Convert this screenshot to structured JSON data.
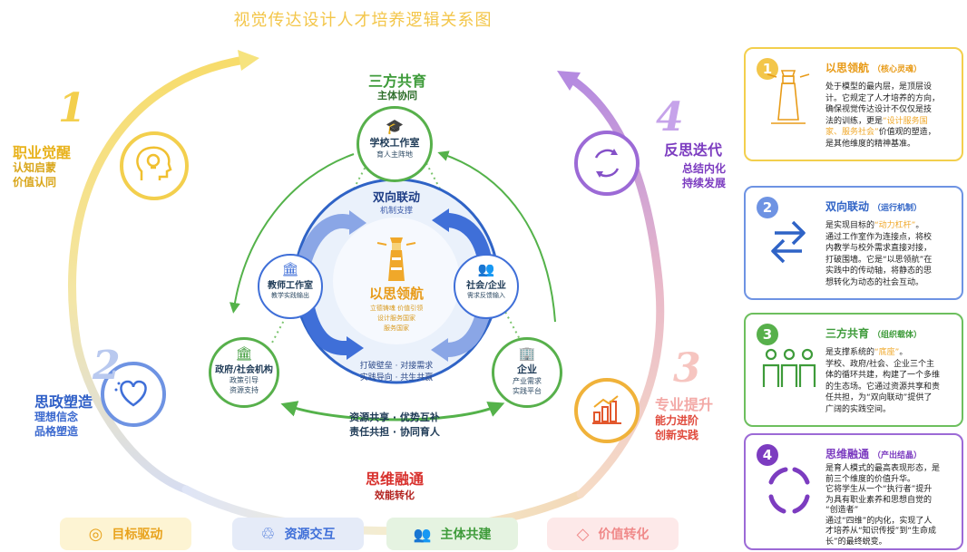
{
  "title": "视觉传达设计人才培养逻辑关系图",
  "outer": {
    "career": {
      "num": "1",
      "title": "职业觉醒",
      "sub1": "认知启蒙",
      "sub2": "价值认同"
    },
    "ideology": {
      "num": "2",
      "title": "思政塑造",
      "sub1": "理想信念",
      "sub2": "品格塑造"
    },
    "professional": {
      "num": "3",
      "title": "专业提升",
      "sub1": "能力进阶",
      "sub2": "创新实践"
    },
    "reflection": {
      "num": "4",
      "title": "反思迭代",
      "sub1": "总结内化",
      "sub2": "持续发展"
    }
  },
  "top": {
    "title": "三方共育",
    "sub": "主体协同"
  },
  "bottom": {
    "title": "思维融通",
    "sub": "效能转化"
  },
  "center": {
    "title": "以思领航",
    "l1": "立德铸魂 价值引领",
    "l2": "设计服务国家",
    "l3": "服务国家",
    "ring_title": "双向联动",
    "ring_sub": "机制支撑",
    "loop1": "打破壁垒 · 对接需求",
    "loop2": "实践导向 · 共生共赢"
  },
  "nodes": {
    "school": {
      "title": "学校工作室",
      "sub": "育人主阵地"
    },
    "teacher": {
      "title": "教师工作室",
      "sub": "教学实践输出"
    },
    "society": {
      "title": "社会/企业",
      "sub": "需求反馈输入"
    },
    "gov": {
      "title": "政府/社会机构",
      "sub1": "政策引导",
      "sub2": "资源支持"
    },
    "enterprise": {
      "title": "企业",
      "sub1": "产业需求",
      "sub2": "实践平台"
    }
  },
  "shared": {
    "l1": "资源共享 · 优势互补",
    "l2": "责任共担 · 协同育人"
  },
  "cards": [
    {
      "num": "1",
      "title": "以思领航",
      "tag": "（核心灵魂）",
      "b1": "处于模型的最内层，是顶层设",
      "b2": "计。它规定了人才培养的方向，",
      "b3": "确保视觉传达设计不仅仅是技",
      "b4": "法的训练，更是",
      "b4h": "“设计服务国",
      "b5h": "家、服务社会”",
      "b5": "价值观的塑造，",
      "b6": "是其他维度的精神基准。"
    },
    {
      "num": "2",
      "title": "双向联动",
      "tag": "（运行机制）",
      "b1": "是实现目标的",
      "b1h": "“动力杠杆”",
      "b1e": "。",
      "b2": "通过工作室作为连接点，将校",
      "b3": "内教学与校外需求直接对接，",
      "b4": "打破围墙。它是“以思领航”在",
      "b5": "实践中的传动轴，将静态的思",
      "b6": "想转化为动态的社会互动。"
    },
    {
      "num": "3",
      "title": "三方共育",
      "tag": "（组织载体）",
      "b1": "是支撑系统的",
      "b1h": "“底座”",
      "b1e": "。",
      "b2": "学校、政府/社会、企业三个主",
      "b3": "体的循环共建，构建了一个多维",
      "b4": "的生态场。它通过资源共享和责",
      "b5": "任共担，为“双向联动”提供了",
      "b6": "广阔的实践空间。"
    },
    {
      "num": "4",
      "title": "思维融通",
      "tag": "（产出结晶）",
      "b1": "是育人模式的最高表现形态，是",
      "b2": "前三个维度的价值升华。",
      "b3": "它将学生从一个“执行者”提升",
      "b4": "为具有职业素养和思想自觉的",
      "b5": "“创造者”",
      "b6": "通过“四维”的内化，实现了人",
      "b7": "才培养从“知识传授”到“生命成",
      "b8": "长”的最终蜕变。"
    }
  ],
  "pills": [
    "目标驱动",
    "资源交互",
    "主体共建",
    "价值转化"
  ],
  "colors": {
    "yellow": "#f3c64a",
    "blue": "#3f6fd8",
    "green": "#4fae48",
    "purple": "#7c3cc0",
    "pink": "#f08a8a",
    "red": "#d8312d",
    "orange": "#f0a82a"
  }
}
